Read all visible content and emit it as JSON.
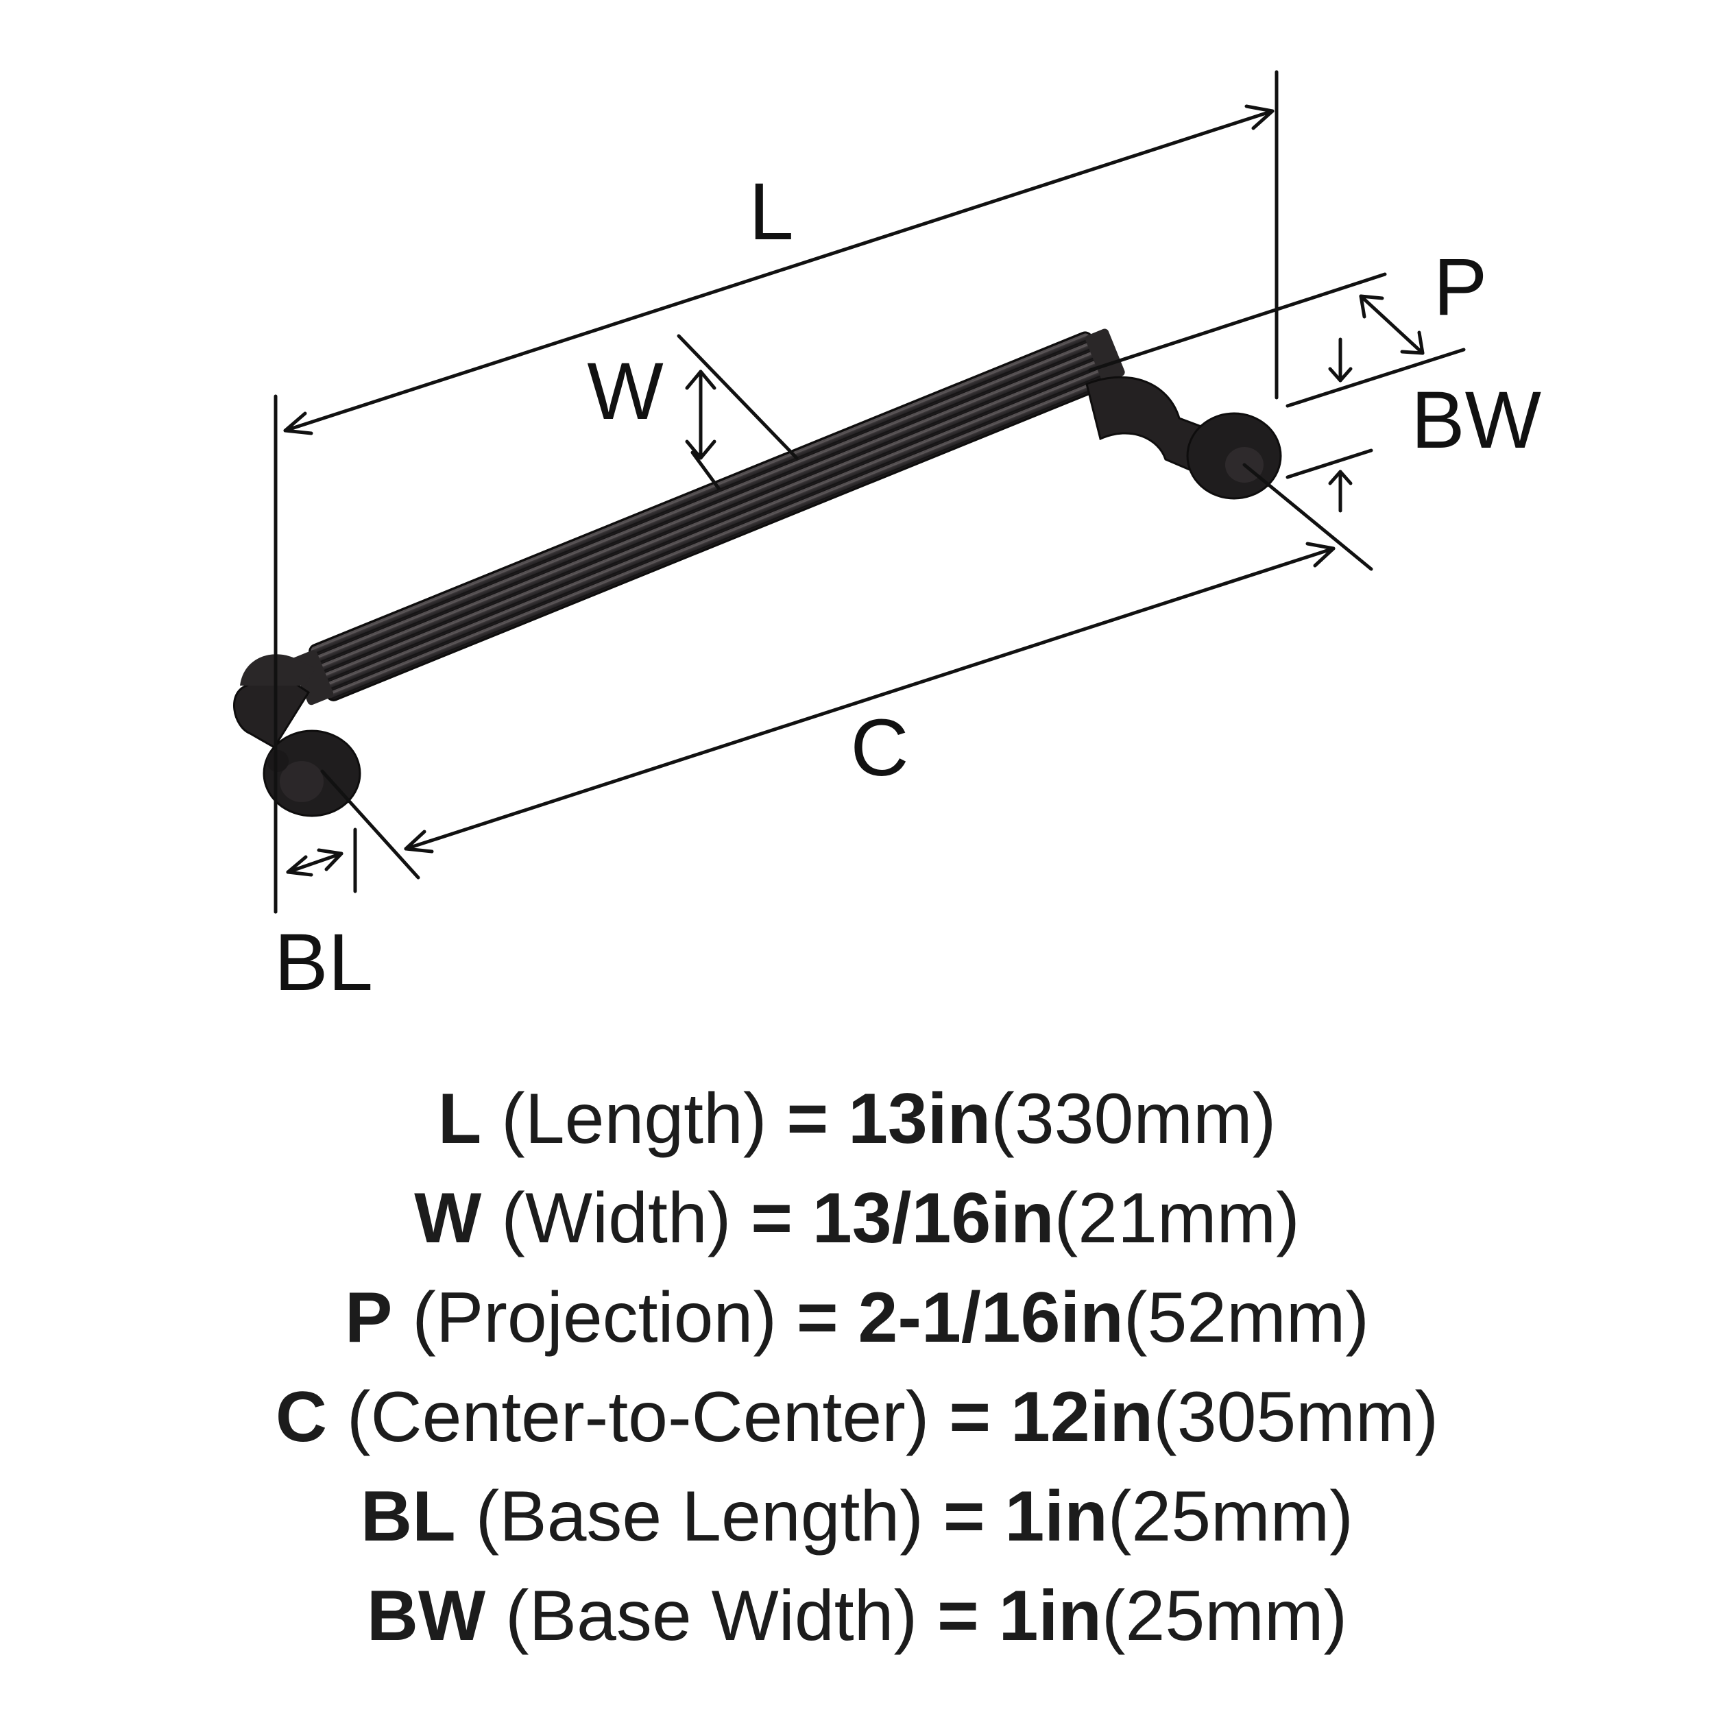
{
  "diagram": {
    "labels": {
      "L": "L",
      "W": "W",
      "P": "P",
      "BW": "BW",
      "C": "C",
      "BL": "BL"
    },
    "colors": {
      "ink": "#111111",
      "handle_dark": "#1e1c1d",
      "handle_mid": "#3a3638",
      "handle_light": "#5a5557"
    }
  },
  "specs": [
    {
      "key": "L",
      "name": "(Length)",
      "eq": "=",
      "imperial": "13in",
      "metric": "(330mm)"
    },
    {
      "key": "W",
      "name": "(Width)",
      "eq": "=",
      "imperial": "13/16in",
      "metric": "(21mm)"
    },
    {
      "key": "P",
      "name": "(Projection)",
      "eq": "=",
      "imperial": "2-1/16in",
      "metric": "(52mm)"
    },
    {
      "key": "C",
      "name": "(Center-to-Center)",
      "eq": "=",
      "imperial": "12in",
      "metric": "(305mm)"
    },
    {
      "key": "BL",
      "name": "(Base Length)",
      "eq": "=",
      "imperial": "1in",
      "metric": "(25mm)"
    },
    {
      "key": "BW",
      "name": "(Base Width)",
      "eq": "=",
      "imperial": "1in",
      "metric": "(25mm)"
    }
  ]
}
